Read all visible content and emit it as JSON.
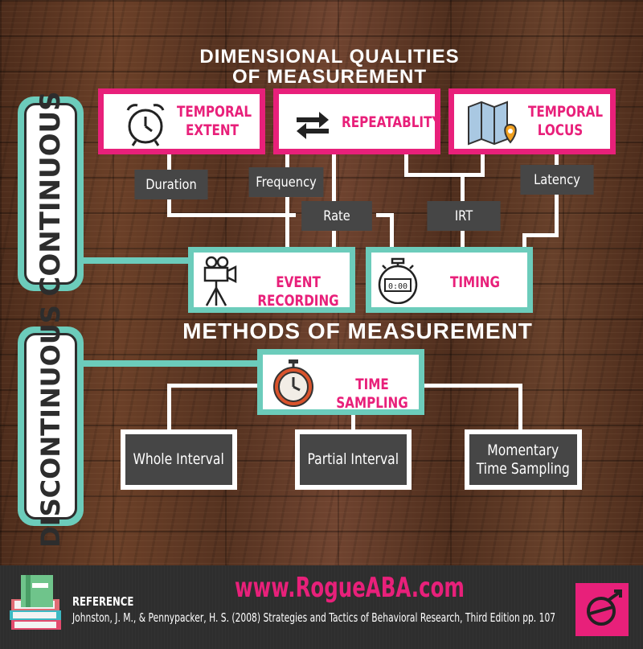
{
  "title_line1": "DIMENSIONAL QUALITIES",
  "title_line2": "OF MEASUREMENT",
  "methods_heading": "METHODS OF MEASUREMENT",
  "side_labels": {
    "continuous": "CONTINUOUS",
    "discontinuous": "DISCONTINUOUS"
  },
  "dimensions": [
    {
      "line1": "TEMPORAL",
      "line2": "EXTENT",
      "icon": "alarm-clock-icon"
    },
    {
      "line1": "REPEATABLITY",
      "line2": "",
      "icon": "repeat-arrows-icon"
    },
    {
      "line1": "TEMPORAL",
      "line2": "LOCUS",
      "icon": "map-pin-icon"
    }
  ],
  "measures": [
    "Duration",
    "Frequency",
    "Latency",
    "Rate",
    "IRT"
  ],
  "methods": [
    {
      "label": "EVENT RECORDING",
      "icon": "video-camera-tripod-icon"
    },
    {
      "label": "TIMING",
      "icon": "stopwatch-icon",
      "display": "0:00"
    },
    {
      "label": "TIME SAMPLING",
      "icon": "timer-icon"
    }
  ],
  "sampling_types": {
    "whole": "Whole Interval",
    "partial": "Partial Interval",
    "momentary_line1": "Momentary",
    "momentary_line2": "Time Sampling"
  },
  "footer": {
    "website": "www.RogueABA.com",
    "reference_label": "REFERENCE",
    "reference_text": "Johnston, J. M., & Pennypacker, H. S. (2008) Strategies and Tactics of Behavioral Research, Third Edition pp. 107"
  },
  "colors": {
    "pink": "#e8207a",
    "teal": "#6cccbb",
    "dark": "#464646",
    "footer": "#2e2e2e"
  }
}
